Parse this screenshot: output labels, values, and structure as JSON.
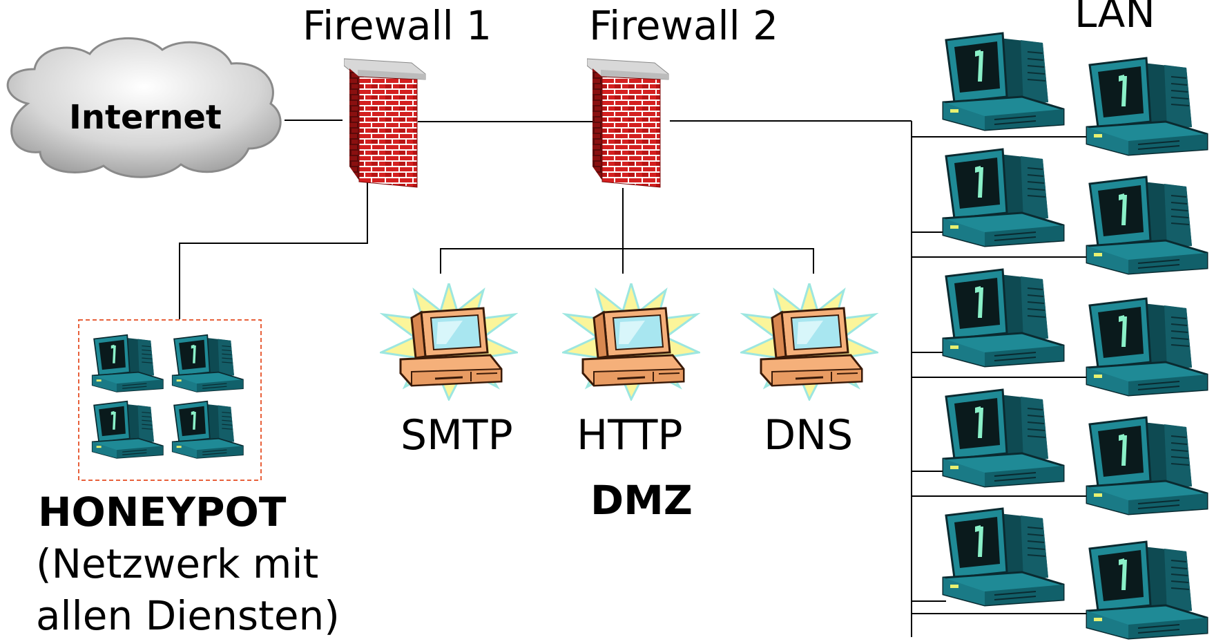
{
  "internet": {
    "label": "Internet"
  },
  "firewalls": [
    {
      "label": "Firewall 1"
    },
    {
      "label": "Firewall 2"
    }
  ],
  "dmz": {
    "label": "DMZ",
    "servers": [
      {
        "label": "SMTP"
      },
      {
        "label": "HTTP"
      },
      {
        "label": "DNS"
      }
    ]
  },
  "honeypot": {
    "title": "HONEYPOT",
    "description_line1": "(Netzwerk mit",
    "description_line2": "allen Diensten)",
    "computer_count": 4
  },
  "lan": {
    "label": "LAN",
    "computer_count": 10
  },
  "colors": {
    "cloud": "#c8c8c8",
    "brick": "#d42020",
    "mortar": "#ffffff",
    "wall_cap": "#d8d8d8",
    "teal_computer": "#1f8a96",
    "teal_dark": "#0e4a52",
    "server_orange": "#f5b07a",
    "server_screen": "#a8e6f0",
    "star": "#fbf59a",
    "honeypot_border": "#e8603a",
    "line": "#000000"
  }
}
